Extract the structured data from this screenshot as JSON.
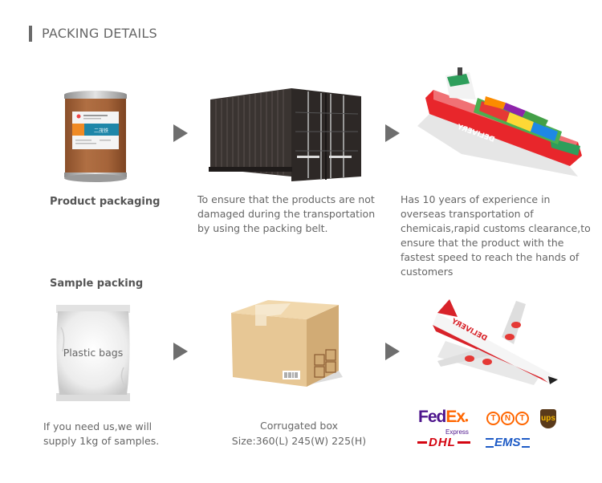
{
  "header": {
    "title": "PACKING DETAILS"
  },
  "row1": {
    "product": {
      "label": "Product packaging",
      "drum_label_text": "二茂铁"
    },
    "container": {
      "description": "To ensure that the products are not damaged during the transportation by using the packing belt."
    },
    "ship": {
      "hull_text": "DELIVERY",
      "description": "Has 10 years of experience in overseas transportation of chemicais,rapid customs clearance,to ensure that the product with the fastest speed to reach the hands of customers"
    }
  },
  "row2": {
    "sample": {
      "label": "Sample packing",
      "bag_text": "Plastic bags",
      "description": "If you need us,we will supply 1kg of samples."
    },
    "box": {
      "name": "Corrugated box",
      "size": "Size:360(L) 245(W) 225(H)"
    },
    "plane": {
      "fuselage_text": "DELIVERY"
    },
    "couriers": {
      "fedex_fed": "Fed",
      "fedex_ex": "Ex",
      "fedex_sub": "Express",
      "tnt": [
        "T",
        "N",
        "T"
      ],
      "ups": "ups",
      "dhl": "DHL",
      "ems": "EMS"
    }
  },
  "colors": {
    "title_bar": "#6b6b6b",
    "arrow": "#6e6e6e",
    "fedex_purple": "#4d148c",
    "fedex_orange": "#ff6600",
    "tnt_orange": "#ff6600",
    "ups_brown": "#5a3a1a",
    "ups_gold": "#f5b800",
    "dhl_red": "#d40511",
    "ems_blue": "#1e5bc6",
    "ship_red": "#e8262b",
    "ship_green": "#2e9e5b"
  }
}
